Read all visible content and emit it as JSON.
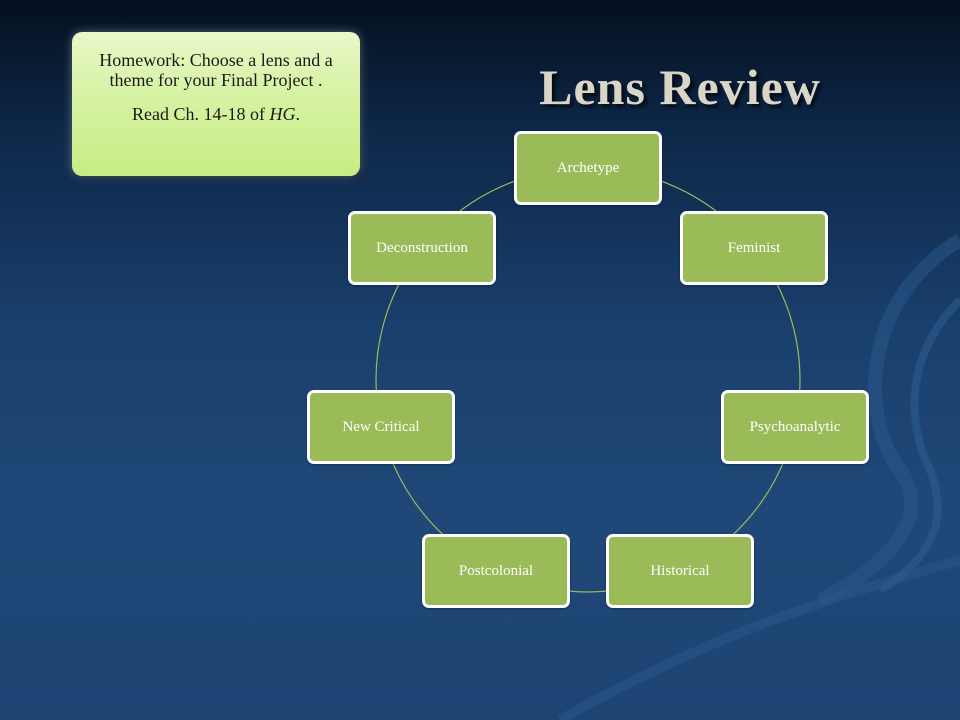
{
  "slide": {
    "title": "Lens Review"
  },
  "homework": {
    "line1": "Homework: Choose a lens and  a theme for your Final Project .",
    "line2_prefix": "Read Ch. 14-18 of ",
    "line2_book": "HG",
    "line2_suffix": "."
  },
  "cycle": {
    "nodes": [
      {
        "label": "Archetype"
      },
      {
        "label": "Feminist"
      },
      {
        "label": "Psychoanalytic"
      },
      {
        "label": "Historical"
      },
      {
        "label": "Postcolonial"
      },
      {
        "label": "New Critical"
      },
      {
        "label": "Deconstruction"
      }
    ],
    "node_color": "#9bbb59",
    "connector_color": "#9bbb59"
  }
}
